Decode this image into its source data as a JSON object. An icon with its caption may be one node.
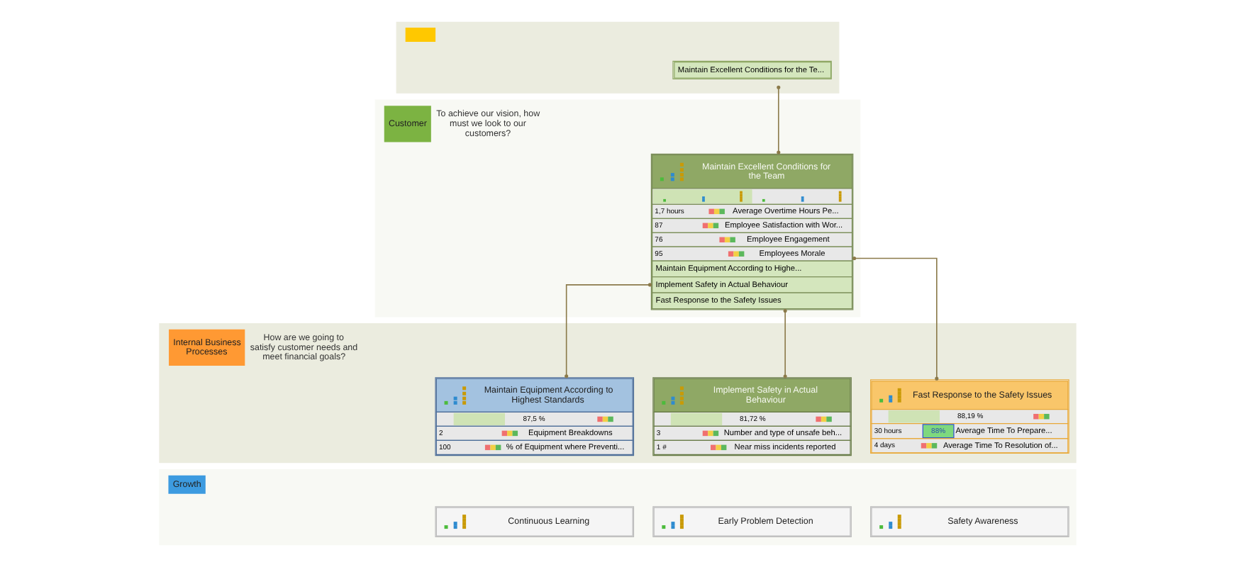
{
  "diagram": {
    "nodes": [
      {
        "text": [],
        "shape": "band"
      },
      {
        "text": [
          "Maintain Excellent Conditions for the Te..."
        ],
        "in": 0
      },
      {
        "text": [
          "Customer",
          "To achieve our vision, how must we look to our customers?"
        ]
      },
      {
        "text": [
          "Maintain Excellent Conditions for the Team",
          "1,7 hours",
          "Average Overtime Hours Pe...",
          "87",
          "Employee Satisfaction with Wor...",
          "76",
          "Employee Engagement",
          "95",
          "Employees Morale",
          "Maintain Equipment According to Highe...",
          "Implement Safety in Actual Behaviour",
          "Fast Response to the Safety Issues"
        ],
        "in": 2
      },
      {
        "text": [
          "Internal Business Processes",
          "How are we going to satisfy customer needs and meet financial goals?"
        ]
      },
      {
        "text": [
          "Maintain Equipment According to Highest Standards",
          "87,5 %",
          "2",
          "Equipment Breakdowns",
          "100",
          "% of Equipment where Preventi..."
        ],
        "in": 4
      },
      {
        "text": [
          "Implement Safety in Actual Behaviour",
          "81,72 %",
          "3",
          "Number and type of unsafe beh...",
          "1 #",
          "Near miss incidents reported"
        ],
        "in": 4
      },
      {
        "text": [
          "Fast Response to the Safety Issues",
          "88,19 %",
          "30 hours",
          "88%",
          "Average Time To Prepare...",
          "4 days",
          "Average Time To Resolution of..."
        ],
        "in": 4
      },
      {
        "text": [
          "Growth"
        ]
      },
      {
        "text": [
          "Continuous Learning"
        ],
        "in": 8
      },
      {
        "text": [
          "Early Problem Detection"
        ],
        "in": 8
      },
      {
        "text": [
          "Safety Awareness"
        ],
        "in": 8
      }
    ],
    "edges": [
      {
        "from": 1,
        "to": 3,
        "arrow": "other"
      },
      {
        "from": 3,
        "to": 5,
        "arrow": "other"
      },
      {
        "from": 3,
        "to": 6,
        "arrow": "other"
      },
      {
        "from": 3,
        "to": 7,
        "arrow": "other"
      }
    ]
  }
}
